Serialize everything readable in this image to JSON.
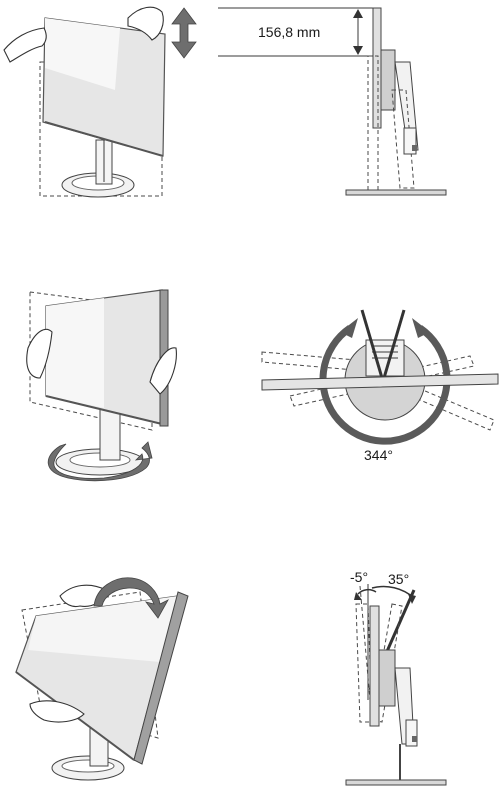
{
  "height_adjust": {
    "range_label": "156,8 mm"
  },
  "swivel_adjust": {
    "angle_label": "344°"
  },
  "tilt_adjust": {
    "back_label": "-5°",
    "forward_label": "35°"
  },
  "colors": {
    "arrow_fill": "#6e6e6e",
    "screen_fill": "#e6e6e6",
    "line": "#3a3a3a"
  }
}
